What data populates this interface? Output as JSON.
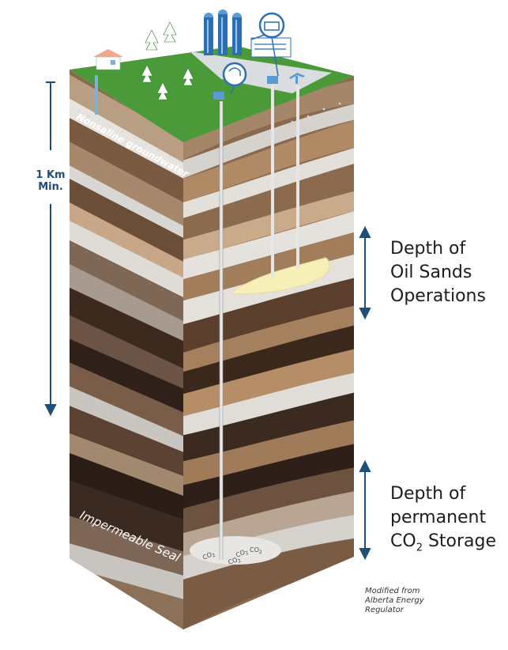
{
  "labels": {
    "km_line1": "1 Km",
    "km_line2": "Min.",
    "groundwater": "Nonsaline groundwater",
    "oil_sands_line1": "Depth of",
    "oil_sands_line2": "Oil Sands",
    "oil_sands_line3": "Operations",
    "co2_line1": "Depth of",
    "co2_line2": "permanent",
    "co2_line3_prefix": "CO",
    "co2_line3_sub": "2",
    "co2_line3_suffix": " Storage",
    "seal": "Impermeable Seal",
    "co2_marker": "CO",
    "co2_marker_sub": "2",
    "credit_line1": "Modified from",
    "credit_line2": "Alberta Energy",
    "credit_line3": "Regulator"
  },
  "colors": {
    "arrow": "#1f4e79",
    "surface": "#4a9a3a",
    "oil_sands": "#f7efb8"
  }
}
